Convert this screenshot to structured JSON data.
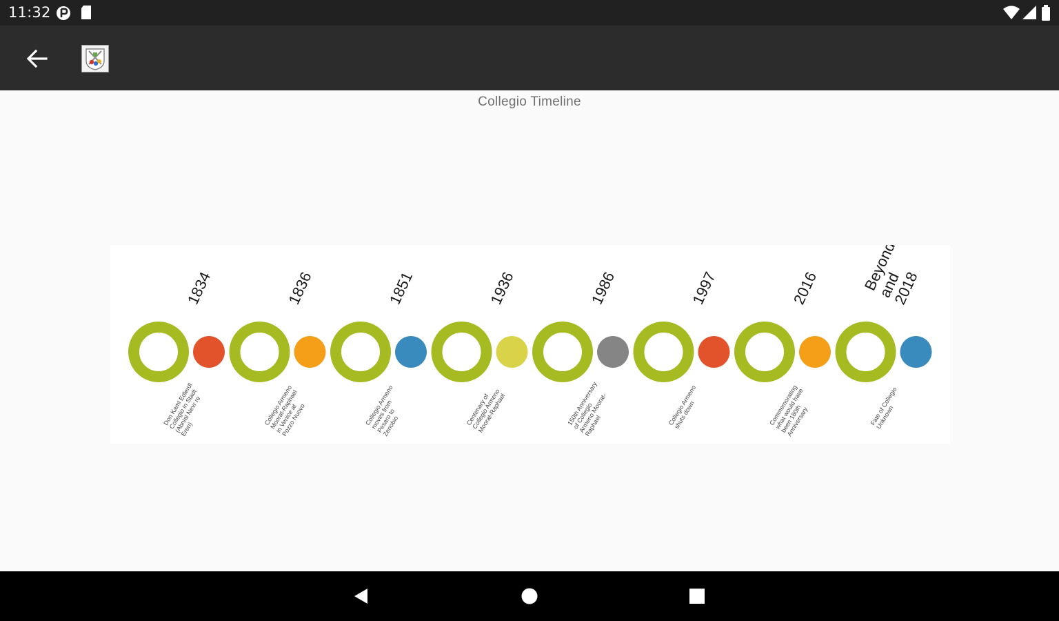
{
  "status_bar": {
    "time": "11:32"
  },
  "app_bar": {
    "back_icon": "arrow-left-icon",
    "logo_icon": "college-crest-icon"
  },
  "page": {
    "title": "Collegio Timeline"
  },
  "timeline": {
    "colors": {
      "ring": "#a6ba22",
      "red": "#e2522b",
      "orange": "#f59f18",
      "blue": "#3a8bbd",
      "yellow": "#d9d34a",
      "gray": "#858585"
    },
    "events": [
      {
        "year": "1834",
        "dot_color": "red",
        "caption": [
          "Don Kaml Edlerdl",
          "Collegio in Stadt",
          "(Abnial Nevr re",
          "Eren)"
        ]
      },
      {
        "year": "1836",
        "dot_color": "orange",
        "caption": [
          "Collegio Armeno",
          "Moorat-Raphael",
          "in Venice at",
          "Pozzo Nuovo"
        ]
      },
      {
        "year": "1851",
        "dot_color": "blue",
        "caption": [
          "Collegio Armeno",
          "moves from",
          "Pesaro to",
          "Zenobio"
        ]
      },
      {
        "year": "1936",
        "dot_color": "yellow",
        "caption": [
          "Centenary of",
          "Collegio Armeno",
          "Moorat-Raphael"
        ]
      },
      {
        "year": "1986",
        "dot_color": "gray",
        "caption": [
          "150th Anniversary",
          "of Collegio",
          "Armeno Moorat-",
          "Raphael"
        ]
      },
      {
        "year": "1997",
        "dot_color": "red",
        "caption": [
          "Collegio Armeno",
          "shuts down"
        ]
      },
      {
        "year": "2016",
        "dot_color": "orange",
        "caption": [
          "Commemorating",
          "what would have",
          "been 180th",
          "Anniversary"
        ]
      },
      {
        "year": [
          "2018",
          "and",
          "Beyond"
        ],
        "dot_color": "blue",
        "caption": [
          "Fate of Collegio",
          "Unknown"
        ]
      }
    ]
  },
  "nav_bar": {
    "back_icon": "triangle-back-icon",
    "home_icon": "circle-home-icon",
    "recents_icon": "square-recents-icon"
  }
}
